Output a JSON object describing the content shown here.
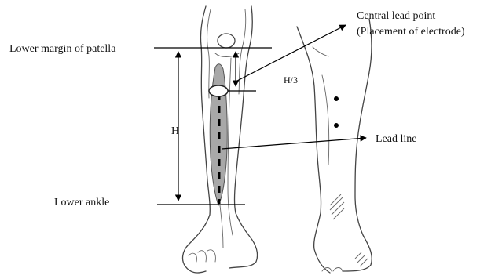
{
  "labels": {
    "lower_margin_of_patella": "Lower margin of patella",
    "central_lead_point_line1": "Central lead point",
    "central_lead_point_line2": "(Placement of electrode)",
    "h3": "H/3",
    "h": "H",
    "lead_line": "Lead line",
    "lower_ankle": "Lower ankle"
  },
  "colors": {
    "line": "#000000",
    "leg_outline": "#444444",
    "muscle_fill": "#a8a8a8",
    "electrode_fill": "#ffffff"
  }
}
